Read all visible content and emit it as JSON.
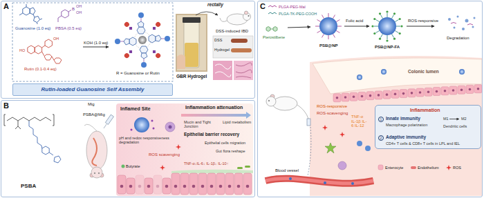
{
  "diagram": {
    "nodes": [
      {
        "text": [
          "A"
        ]
      },
      {
        "text": [
          "Rutin-loaded Guanosine Self Assembly"
        ],
        "in": 0
      },
      {
        "text": [
          "B"
        ]
      },
      {
        "text": [
          "C"
        ]
      },
      {
        "text": [
          "Inflammation",
          "1",
          "Innate immunity",
          "Macrophage polarization",
          "M1",
          "M2",
          "Dendritic cells",
          "2",
          "Adaptive immunity",
          "CD4+ T cells & CD8+ T cells in LPL and IEL"
        ],
        "in": 3
      }
    ],
    "labels": [
      "Guanosine (1.0 eq)",
      "PBSA (0.5 eq)",
      "Rutin (0.1-0.4 eq)",
      "B",
      "OH",
      "OH",
      "HO",
      "OH",
      "KOH (1.0 eq)",
      "R = Guanosine or Rutin",
      "rectally",
      "DSS-induced IBD",
      "DSS",
      "Hydrogel",
      "GBR Hydrogel",
      "Mig",
      "PSBA@Mig",
      "PSBA",
      "Inflamed Site",
      "Inflammation attenuation",
      "pH and redox responsiveness degradation",
      "Mucin and Tight Junction",
      "Lipid metabolism",
      "Epithelial barrier recovery",
      "Epithelial cells migration",
      "Gut flora reshape",
      "ROS scavenging",
      "TNF-α↓IL-6↓ IL-1β↓ IL-10↑",
      "PLGA-PEG-Mal",
      "PLGA-TK-PEG-COOH",
      "Pterostilbene",
      "PSB@NP",
      "Folic acid",
      "PSB@NP-FA",
      "ROS-responsive",
      "Degradation",
      "Colonic lumen",
      "ROS-responsive",
      "ROS-scavenging",
      "TNF-α IL-1β IL-6 IL-12",
      "Blood vessel"
    ],
    "legend": [
      {
        "text": "Butyrate"
      },
      {
        "text": "Enterocyte"
      },
      {
        "text": "Endothelium"
      },
      {
        "text": "ROS"
      }
    ]
  }
}
